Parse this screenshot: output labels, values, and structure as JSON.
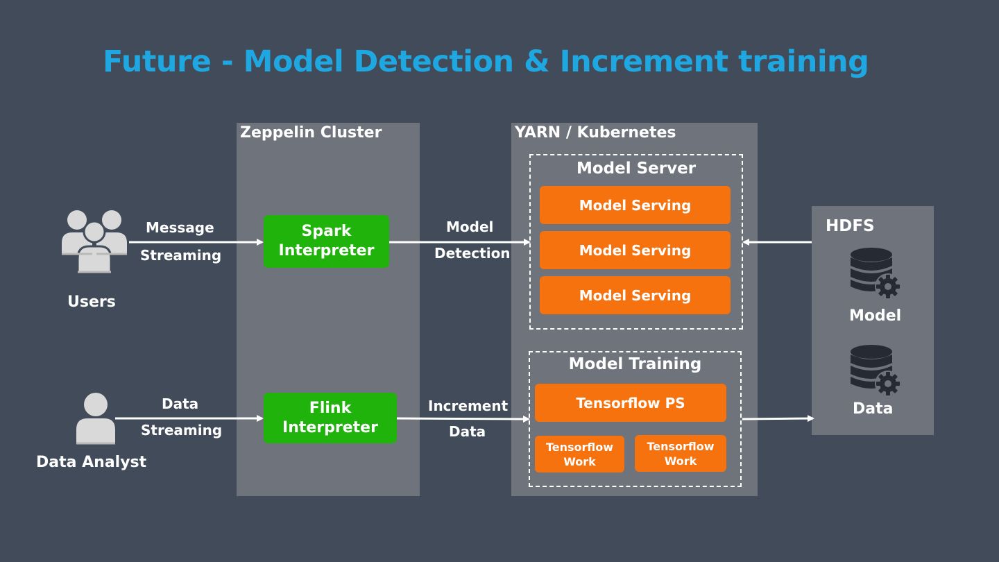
{
  "title": "Future - Model Detection & Increment training",
  "colors": {
    "background": "#414b59",
    "title": "#1ea7e1",
    "panel": "#6f747c",
    "interpreter": "#1fb30b",
    "serving": "#f5720f",
    "icon": "#d9d9d9"
  },
  "actors": {
    "users": {
      "label": "Users",
      "icon": "users-group-icon"
    },
    "data_analyst": {
      "label": "Data Analyst",
      "icon": "user-icon"
    }
  },
  "zeppelin": {
    "label": "Zeppelin Cluster",
    "spark": {
      "line1": "Spark",
      "line2": "Interpreter"
    },
    "flink": {
      "line1": "Flink",
      "line2": "Interpreter"
    }
  },
  "yarn": {
    "label": "YARN / Kubernetes",
    "model_server": {
      "title": "Model Server",
      "items": [
        "Model Serving",
        "Model Serving",
        "Model Serving"
      ]
    },
    "model_training": {
      "title": "Model Training",
      "ps": "Tensorflow PS",
      "workers": [
        {
          "line1": "Tensorflow",
          "line2": "Work"
        },
        {
          "line1": "Tensorflow",
          "line2": "Work"
        }
      ]
    }
  },
  "hdfs": {
    "label": "HDFS",
    "stores": [
      {
        "label": "Model",
        "icon": "database-gear-icon"
      },
      {
        "label": "Data",
        "icon": "database-gear-icon"
      }
    ]
  },
  "edges": {
    "message_streaming": {
      "line1": "Message",
      "line2": "Streaming"
    },
    "data_streaming": {
      "line1": "Data",
      "line2": "Streaming"
    },
    "model_detection": {
      "line1": "Model",
      "line2": "Detection"
    },
    "increment_data": {
      "line1": "Increment",
      "line2": "Data"
    }
  }
}
